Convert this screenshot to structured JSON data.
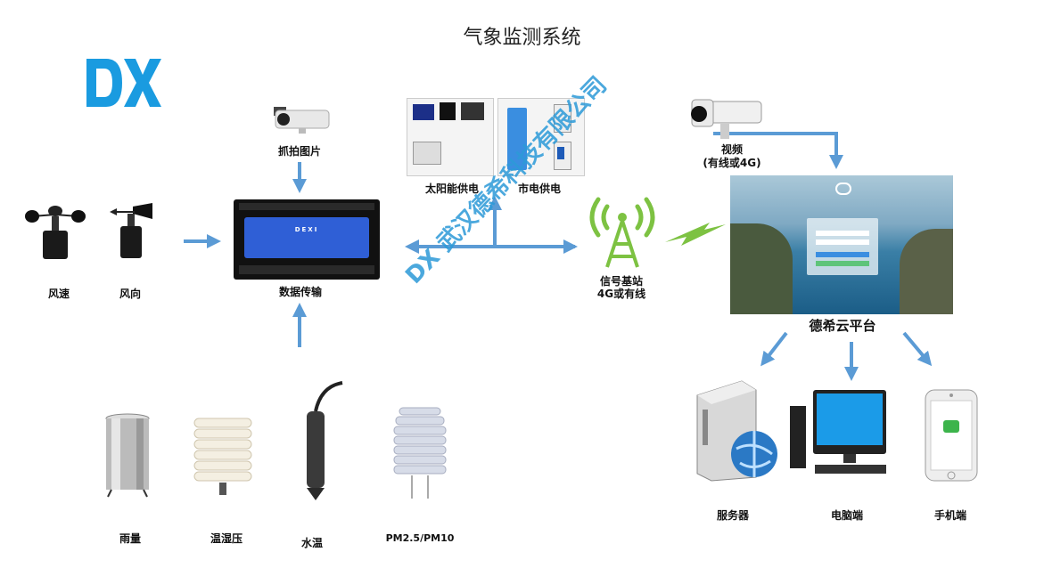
{
  "title": "气象监测系统",
  "logo": {
    "text": "DX",
    "color": "#1a9be0"
  },
  "watermark": {
    "text": "武汉德希科技有限公司",
    "logo": "DX"
  },
  "labels": {
    "wind_speed": "风速",
    "wind_direction": "风向",
    "capture": "抓拍图片",
    "data_transmission": "数据传输",
    "solar_power": "太阳能供电",
    "mains_power": "市电供电",
    "signal_station_line1": "信号基站",
    "signal_station_line2": "4G或有线",
    "video_line1": "视频",
    "video_line2": "(有线或4G)",
    "platform": "德希云平台",
    "rain": "雨量",
    "temp_humidity": "温湿压",
    "water_temp": "水温",
    "pm": "PM2.5/PM10",
    "server": "服务器",
    "pc": "电脑端",
    "mobile": "手机端"
  },
  "device": {
    "brand": "DEXI"
  },
  "colors": {
    "arrow": "#5b9bd5",
    "signal": "#7dc242",
    "brand": "#1a9be0"
  }
}
